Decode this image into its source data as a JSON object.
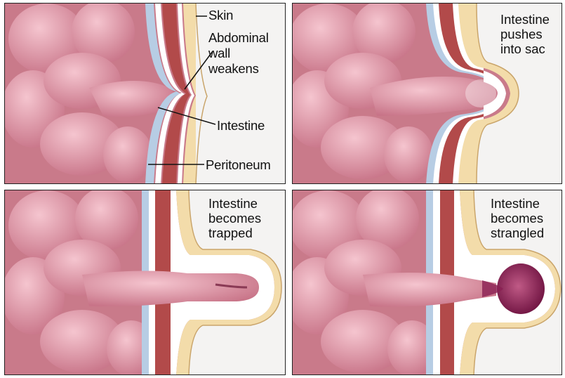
{
  "panels": [
    {
      "labels": {
        "skin": "Skin",
        "wall": [
          "Abdominal",
          "wall",
          "weakens"
        ],
        "intestine": "Intestine",
        "peritoneum": "Peritoneum"
      }
    },
    {
      "caption": [
        "Intestine",
        "pushes",
        "into sac"
      ]
    },
    {
      "caption": [
        "Intestine",
        "becomes",
        "trapped"
      ]
    },
    {
      "caption": [
        "Intestine",
        "becomes",
        "strangled"
      ]
    }
  ],
  "colors": {
    "intestine": "#e7a0ae",
    "intestine_shadow": "#c86e82",
    "skin": "#f3dcaa",
    "muscle": "#b24a4a",
    "fascia": "#ffffff",
    "peritoneum": "#b7cde4",
    "strangled": "#8a1f52",
    "background": "#f4f3f2"
  }
}
